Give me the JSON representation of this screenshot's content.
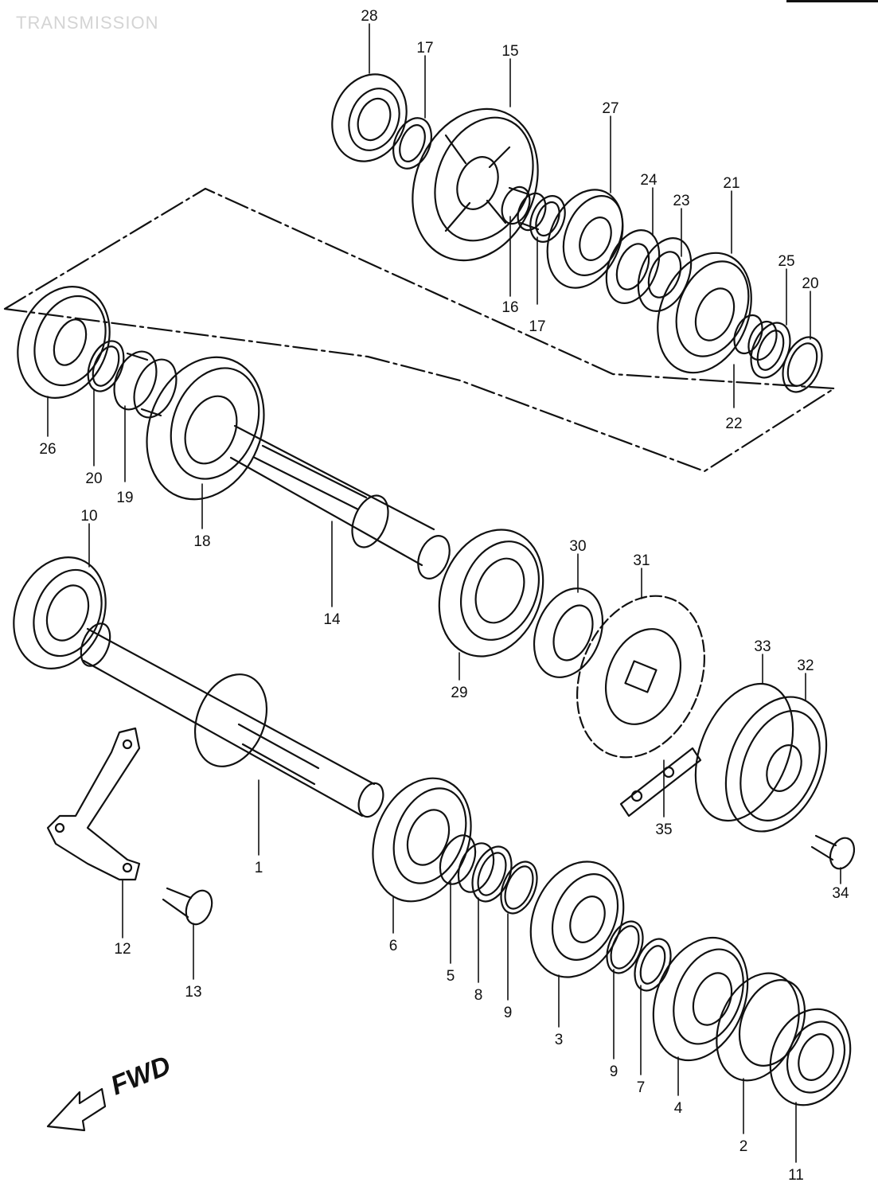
{
  "diagram": {
    "title": "TRANSMISSION",
    "direction_label": "FWD",
    "part_labels": [
      "28",
      "17",
      "15",
      "27",
      "24",
      "23",
      "21",
      "25",
      "20",
      "16",
      "17",
      "22",
      "26",
      "20",
      "19",
      "18",
      "14",
      "10",
      "30",
      "31",
      "29",
      "33",
      "32",
      "35",
      "34",
      "1",
      "12",
      "13",
      "6",
      "5",
      "8",
      "9",
      "3",
      "9",
      "7",
      "4",
      "2",
      "11"
    ]
  }
}
